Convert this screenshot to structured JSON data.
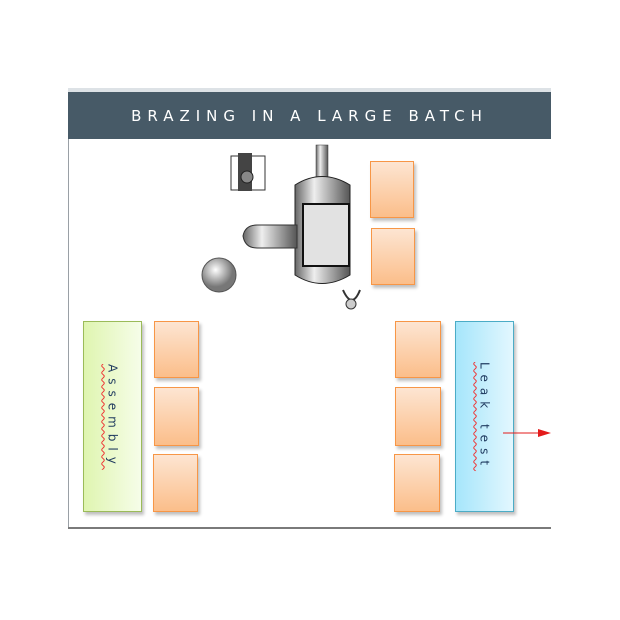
{
  "header": {
    "title": "BRAZING IN A LARGE BATCH"
  },
  "stations": {
    "assembly": "Assembly",
    "leak_test": "Leak test"
  },
  "colors": {
    "header": "#475a67",
    "buffer": "#f79646",
    "assembly": "#9bbb59",
    "leak_test": "#4bacc6",
    "arrow": "#e31b1b"
  }
}
